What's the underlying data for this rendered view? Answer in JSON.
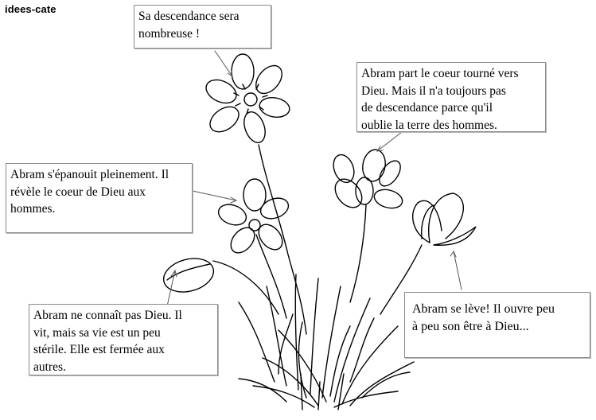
{
  "site": {
    "brand": "idees-cate"
  },
  "notes": {
    "descendance": "Sa descendance sera\nnombreuse !",
    "coeur_tourne": "Abram part le coeur tourné vers\nDieu. Mais il n'a toujours pas\nde descendance parce qu'il\noublie la terre des hommes.",
    "epanouit": "Abram s'épanouit pleinement. Il\nrévèle le coeur de Dieu aux\nhommes.",
    "fermee": "Abram ne connaît pas Dieu. Il\nvit, mais sa vie est un peu\nstérile. Elle est fermée aux\nautres.",
    "leve": "Abram se lève! Il ouvre peu\n à  peu son être à Dieu..."
  },
  "icons": [
    "open-flower-icon",
    "five-petal-flower-icon",
    "half-open-flower-icon",
    "tulip-bud-icon",
    "closed-bud-icon",
    "grass-tuft-icon"
  ]
}
